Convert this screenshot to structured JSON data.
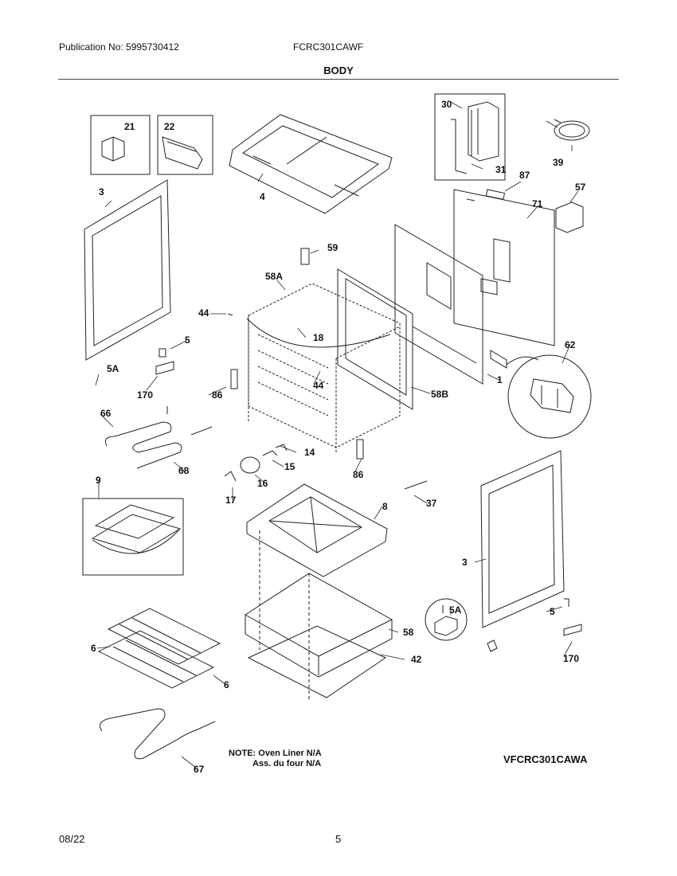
{
  "header": {
    "publication": "Publication No: 5995730412",
    "model": "FCRC301CAWF"
  },
  "section_title": "BODY",
  "diagram": {
    "callouts": {
      "p21": "21",
      "p22": "22",
      "p3a": "3",
      "p4": "4",
      "p30": "30",
      "p31": "31",
      "p39": "39",
      "p87": "87",
      "p57": "57",
      "p71": "71",
      "p59": "59",
      "p58a": "58A",
      "p44a": "44",
      "p18": "18",
      "p5a": "5",
      "p5aa": "5A",
      "p170a": "170",
      "p86a": "86",
      "p44b": "44",
      "p62": "62",
      "p1": "1",
      "p58b": "58B",
      "p66": "66",
      "p68": "68",
      "p14": "14",
      "p15": "15",
      "p16": "16",
      "p86b": "86",
      "p17": "17",
      "p9": "9",
      "p8": "8",
      "p37": "37",
      "p3b": "3",
      "p5ab": "5A",
      "p5b": "5",
      "p170b": "170",
      "p6a": "6",
      "p58": "58",
      "p42": "42",
      "p6b": "6",
      "p67": "67"
    },
    "note_line1": "NOTE: Oven Liner N/A",
    "note_line2": "Ass. du four N/A",
    "figure_code": "VFCRC301CAWA"
  },
  "footer": {
    "date": "08/22",
    "page": "5"
  }
}
